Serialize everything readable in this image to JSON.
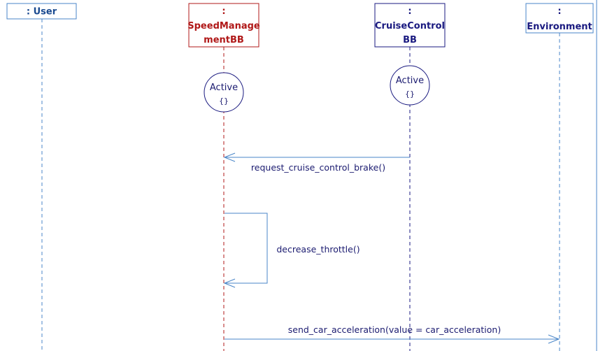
{
  "colors": {
    "line_blue": "#4a86c8",
    "dark_red": "#b01818",
    "navy": "#1a1a80",
    "text_navy": "#1b1b70"
  },
  "lifelines": [
    {
      "id": "user",
      "name_lines": [
        ": User"
      ],
      "color": "#1a4a90"
    },
    {
      "id": "speed",
      "name_lines": [
        ":",
        "SpeedManage",
        "mentBB"
      ],
      "color": "#b01818"
    },
    {
      "id": "cruise",
      "name_lines": [
        ":",
        "CruiseControl",
        "BB"
      ],
      "color": "#1a1a80"
    },
    {
      "id": "env",
      "name_lines": [
        ":",
        "Environment"
      ],
      "color": "#1a1a80"
    }
  ],
  "states": [
    {
      "lifeline": "speed",
      "label": "Active",
      "sub": "{}"
    },
    {
      "lifeline": "cruise",
      "label": "Active",
      "sub": "{}"
    }
  ],
  "messages": [
    {
      "from": "cruise",
      "to": "speed",
      "label": "request_cruise_control_brake()"
    },
    {
      "from": "speed",
      "to": "speed",
      "label": "decrease_throttle()"
    },
    {
      "from": "speed",
      "to": "env",
      "label": "send_car_acceleration(value = car_acceleration)"
    }
  ]
}
